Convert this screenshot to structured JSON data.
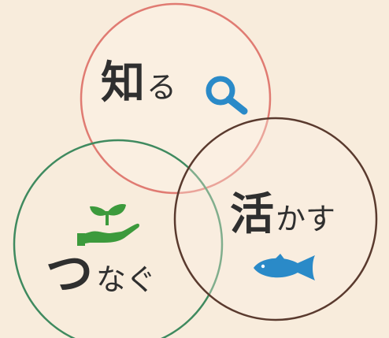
{
  "diagram": {
    "circles": [
      {
        "id": "shiru",
        "title_main": "知",
        "title_suffix": "る",
        "outline_color": "#e07b72",
        "icon": "magnifier-icon",
        "icon_color": "#2a8ac8"
      },
      {
        "id": "ikasu",
        "title_main": "活",
        "title_suffix": "かす",
        "outline_color": "#5a3a2e",
        "icon": "fish-icon",
        "icon_color": "#2a8ac8"
      },
      {
        "id": "tsunagu",
        "title_main": "つ",
        "title_suffix": "なぐ",
        "outline_color": "#3f8a5f",
        "icon": "hand-with-seedling-icon",
        "icon_color": "#3c9a3c"
      }
    ],
    "background_color": "#f8ecdc",
    "text_color": "#2f2f2f"
  }
}
